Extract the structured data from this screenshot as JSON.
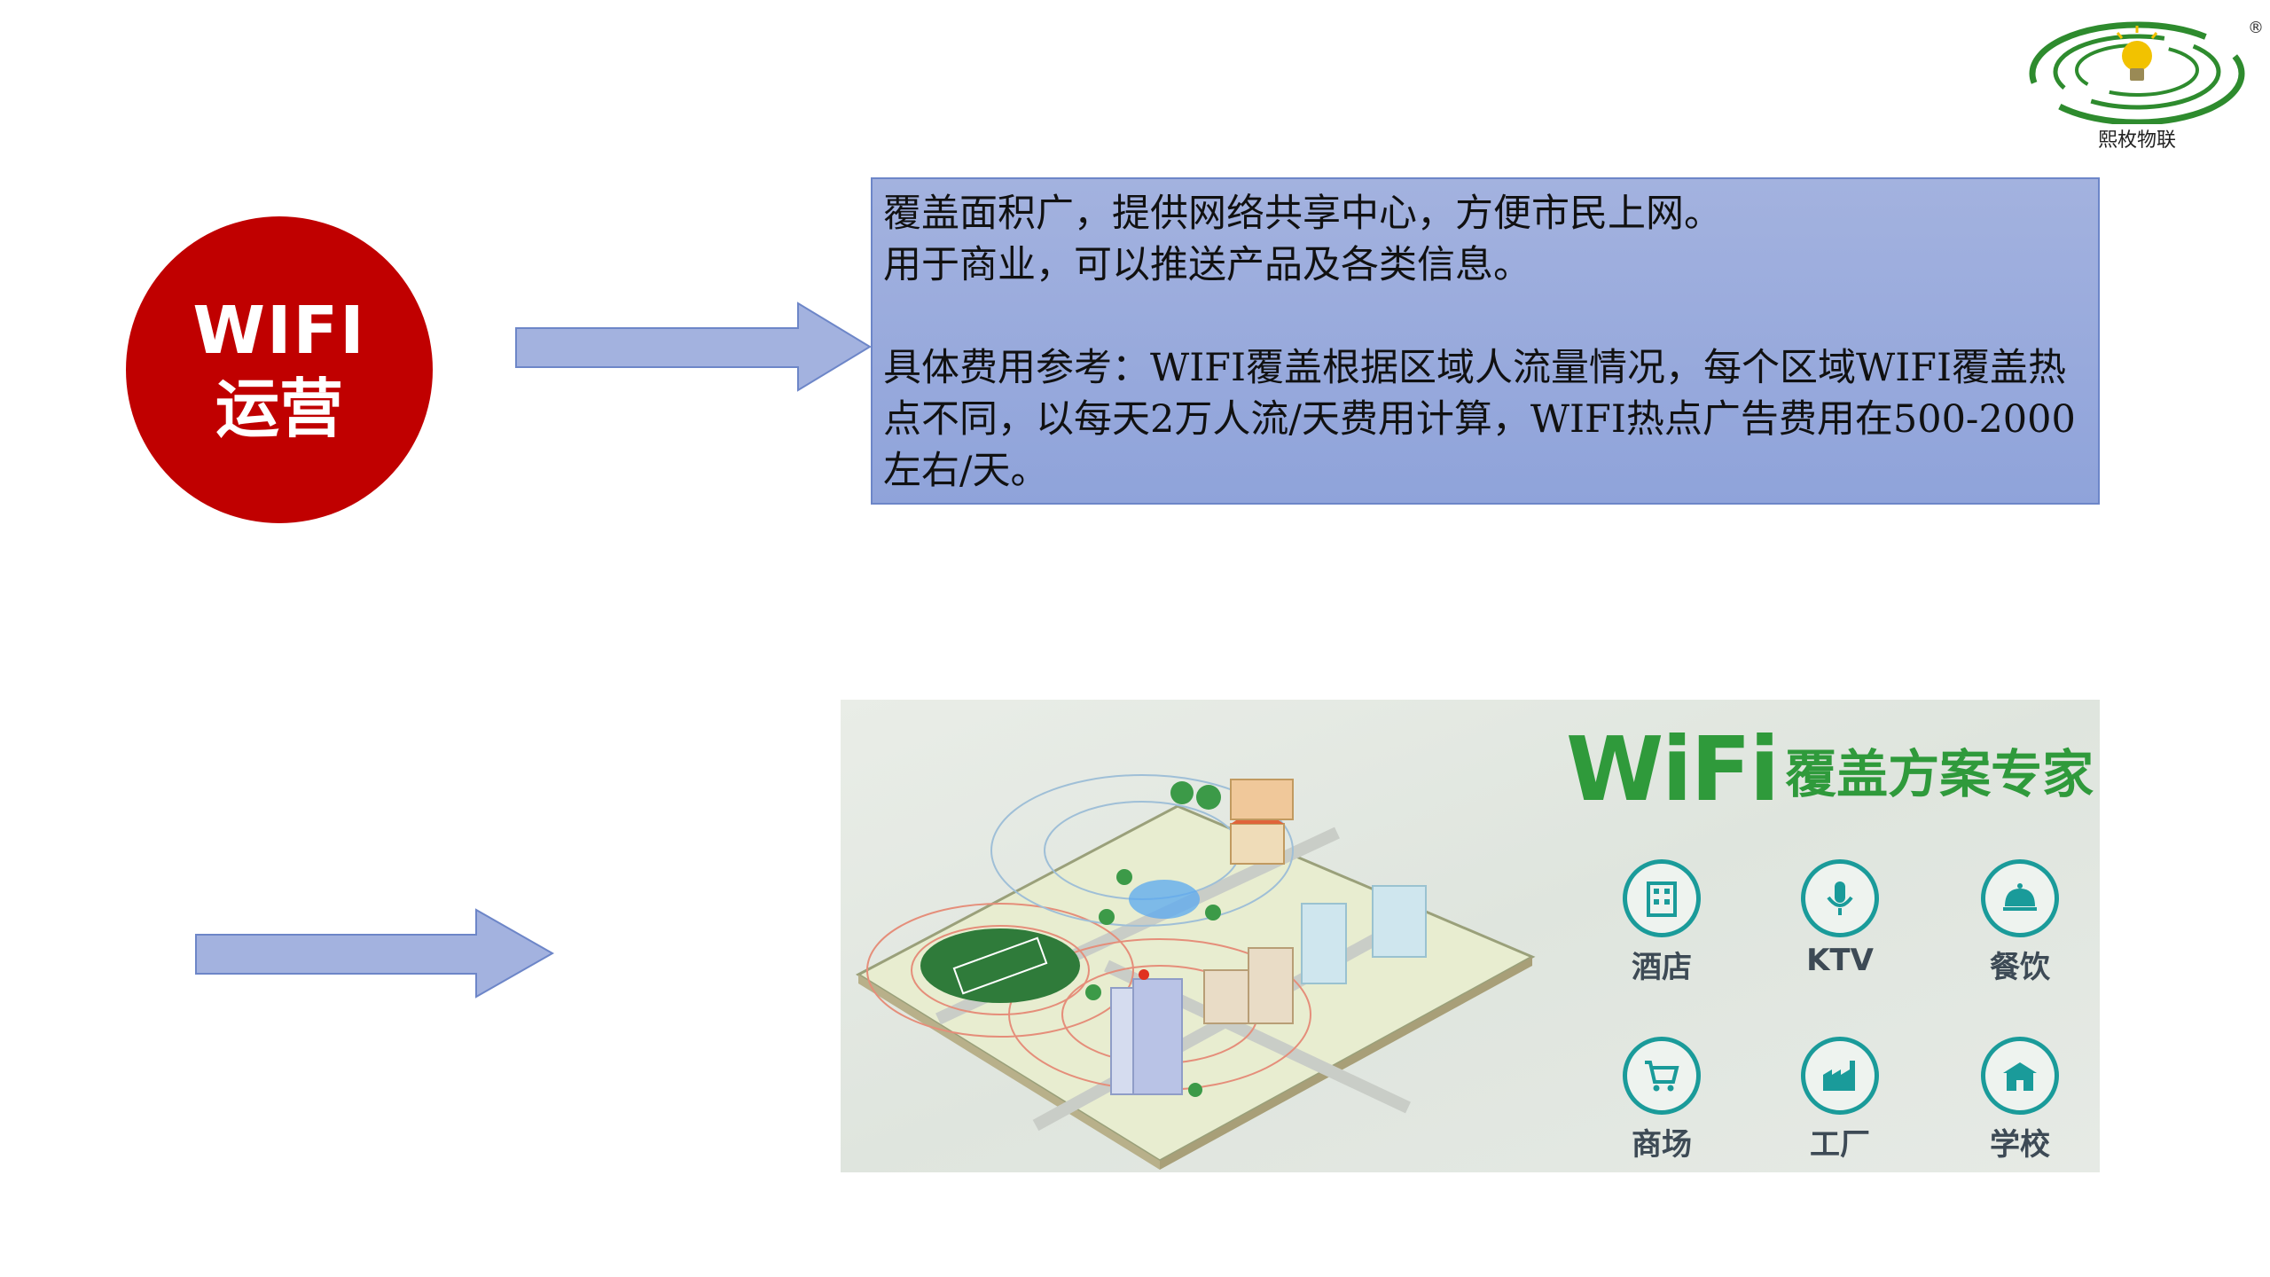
{
  "logo": {
    "name": "熙枚物联",
    "reg": "®",
    "colors": {
      "ring": "#2e8b2e",
      "bulb": "#f2c200"
    }
  },
  "circle": {
    "line1": "WIFI",
    "line2": "运营",
    "color": "#c00000"
  },
  "info": {
    "p1": "覆盖面积广，提供网络共享中心，方便市民上网。",
    "p2": "用于商业，可以推送产品及各类信息。",
    "p3": "具体费用参考：WIFI覆盖根据区域人流量情况，每个区域WIFI覆盖热点不同，以每天2万人流/天费用计算，WIFI热点广告费用在500-2000左右/天。"
  },
  "panel": {
    "brand": "WiFi",
    "subtitle": "覆盖方案专家",
    "categories": [
      {
        "label": "酒店",
        "icon": "hotel-icon"
      },
      {
        "label": "KTV",
        "icon": "microphone-icon"
      },
      {
        "label": "餐饮",
        "icon": "dining-cloche-icon"
      },
      {
        "label": "商场",
        "icon": "shopping-cart-icon"
      },
      {
        "label": "工厂",
        "icon": "factory-icon"
      },
      {
        "label": "学校",
        "icon": "school-icon"
      }
    ],
    "accent": "#2f9a3b",
    "icon_color": "#1a9b9a"
  }
}
